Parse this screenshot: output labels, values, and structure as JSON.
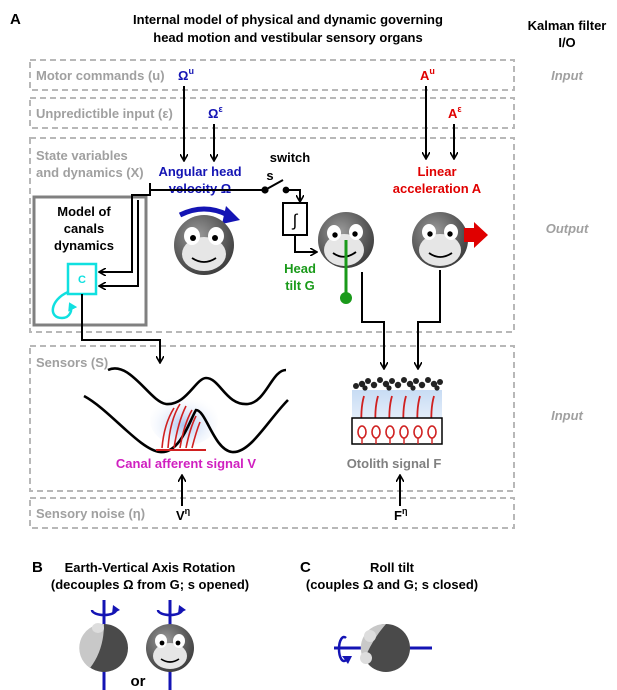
{
  "panel_a": {
    "letter": "A",
    "title_line1": "Internal model of physical and dynamic governing",
    "title_line2": "head motion and vestibular sensory organs",
    "kalman_line1": "Kalman filter",
    "kalman_line2": "I/O",
    "rows": {
      "motor": "Motor commands (u)",
      "unpredictable": "Unpredictible input (ε)",
      "state_line1": "State variables",
      "state_line2": "and dynamics (X)",
      "sensors": "Sensors (S)",
      "noise": "Sensory noise (η)"
    },
    "io": {
      "input_1": "Input",
      "output": "Output",
      "input_2": "Input"
    },
    "symbols": {
      "omega_u": "Ω",
      "omega_u_sup": "u",
      "omega_e": "Ω",
      "omega_e_sup": "ε",
      "a_u": "A",
      "a_u_sup": "u",
      "a_e": "A",
      "a_e_sup": "ε",
      "v_eta": "V",
      "v_eta_sup": "η",
      "f_eta": "F",
      "f_eta_sup": "η"
    },
    "angular_velocity_line1": "Angular head",
    "angular_velocity_line2": "velocity Ω",
    "linear_accel_line1": "Linear",
    "linear_accel_line2": "acceleration A",
    "switch_label": "switch",
    "switch_s": "s",
    "integrator": "∫",
    "head_tilt_line1": "Head",
    "head_tilt_line2": "tilt G",
    "canal_model_line1": "Model of",
    "canal_model_line2": "canals",
    "canal_model_line3": "dynamics",
    "canal_box": "C",
    "canal_signal": "Canal afferent signal V",
    "otolith_signal": "Otolith signal F"
  },
  "panel_b": {
    "letter": "B",
    "title_line1": "Earth-Vertical Axis Rotation",
    "title_line2": "(decouples Ω from G; s opened)",
    "or": "or"
  },
  "panel_c": {
    "letter": "C",
    "title_line1": "Roll tilt",
    "title_line2": "(couples Ω and G; s closed)"
  },
  "colors": {
    "grey_text": "#a0a0a0",
    "dashed_border": "#b8b8b8",
    "blue": "#1414b4",
    "red": "#e00000",
    "green": "#1a9a1a",
    "cyan": "#10e0e0",
    "magenta": "#d020c0",
    "canal_box_border": "#808080"
  }
}
